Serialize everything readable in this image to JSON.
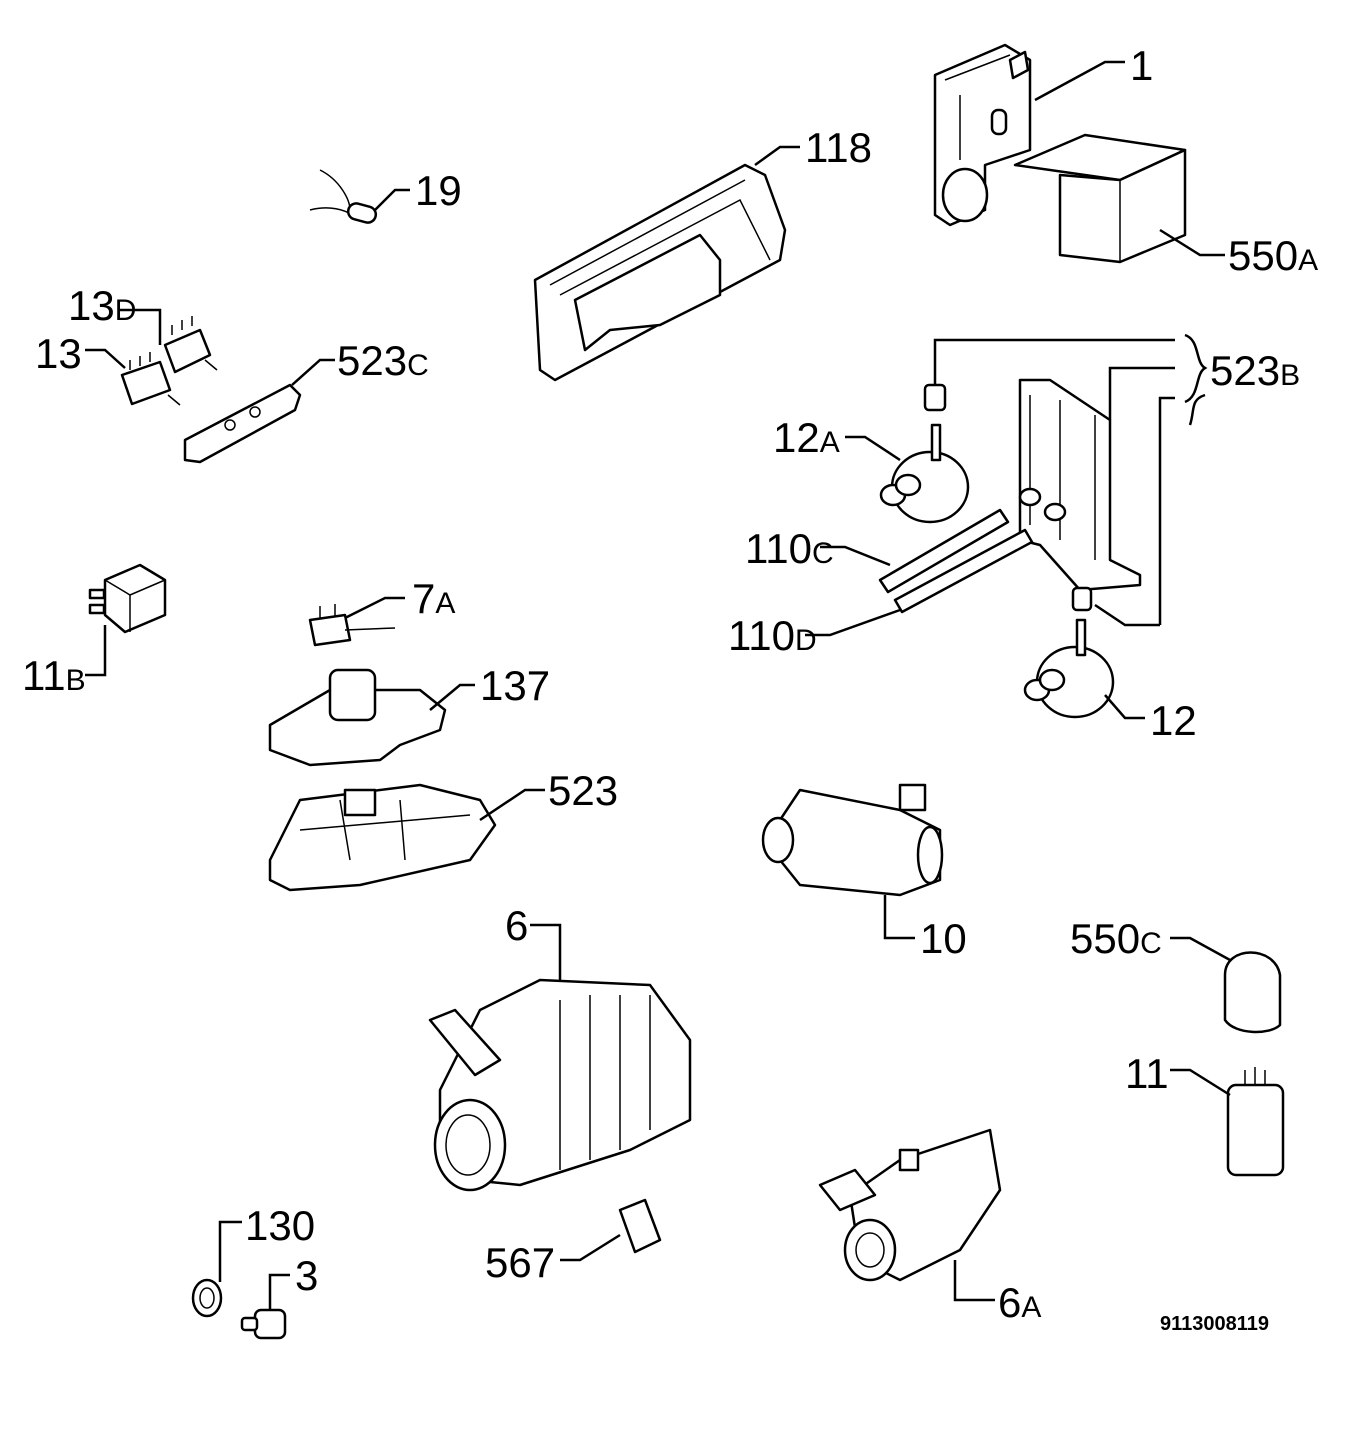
{
  "title": "Exploded parts diagram",
  "labels": [
    {
      "num": "1",
      "suffix": ""
    },
    {
      "num": "118",
      "suffix": ""
    },
    {
      "num": "19",
      "suffix": ""
    },
    {
      "num": "550",
      "suffix": "A"
    },
    {
      "num": "13",
      "suffix": "D"
    },
    {
      "num": "13",
      "suffix": ""
    },
    {
      "num": "523",
      "suffix": "C"
    },
    {
      "num": "523",
      "suffix": "B"
    },
    {
      "num": "12",
      "suffix": "A"
    },
    {
      "num": "110",
      "suffix": "C"
    },
    {
      "num": "7",
      "suffix": "A"
    },
    {
      "num": "110",
      "suffix": "D"
    },
    {
      "num": "11",
      "suffix": "B"
    },
    {
      "num": "137",
      "suffix": ""
    },
    {
      "num": "12",
      "suffix": ""
    },
    {
      "num": "523",
      "suffix": ""
    },
    {
      "num": "6",
      "suffix": ""
    },
    {
      "num": "10",
      "suffix": ""
    },
    {
      "num": "550",
      "suffix": "C"
    },
    {
      "num": "11",
      "suffix": ""
    },
    {
      "num": "130",
      "suffix": ""
    },
    {
      "num": "3",
      "suffix": ""
    },
    {
      "num": "567",
      "suffix": ""
    },
    {
      "num": "6",
      "suffix": "A"
    }
  ],
  "drawing_code": "9113008119"
}
